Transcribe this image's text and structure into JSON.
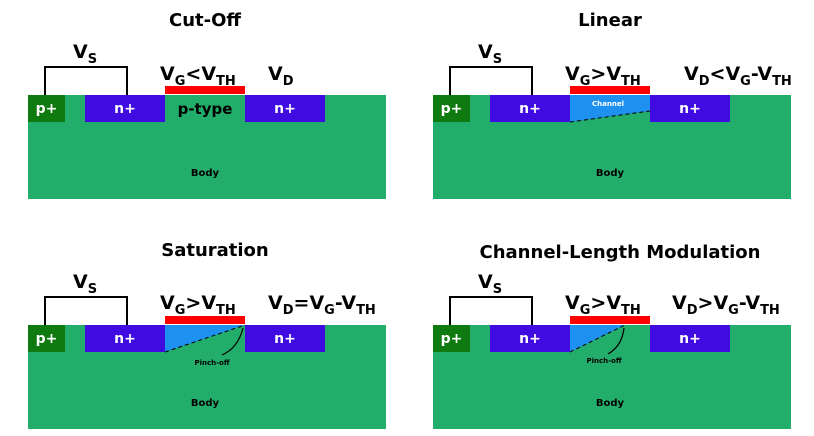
{
  "colors": {
    "body": "#23AD6A",
    "nplus": "#3F0BE0",
    "pplus": "#0F7A10",
    "gate": "#FF0000",
    "channel": "#1E90F0",
    "wire": "#000000"
  },
  "labels": {
    "p_plus": "p+",
    "n_plus": "n+",
    "body": "Body",
    "p_type": "p-type",
    "channel": "Channel",
    "pinch_off": "Pinch-off"
  },
  "symbols": {
    "v": "V",
    "s": "S",
    "g": "G",
    "d": "D",
    "th": "TH",
    "lt": "<",
    "gt": ">",
    "eq": "=",
    "minus": "-"
  },
  "panels": [
    {
      "title": "Cut-Off"
    },
    {
      "title": "Linear"
    },
    {
      "title": "Saturation"
    },
    {
      "title": "Channel-Length Modulation"
    }
  ]
}
